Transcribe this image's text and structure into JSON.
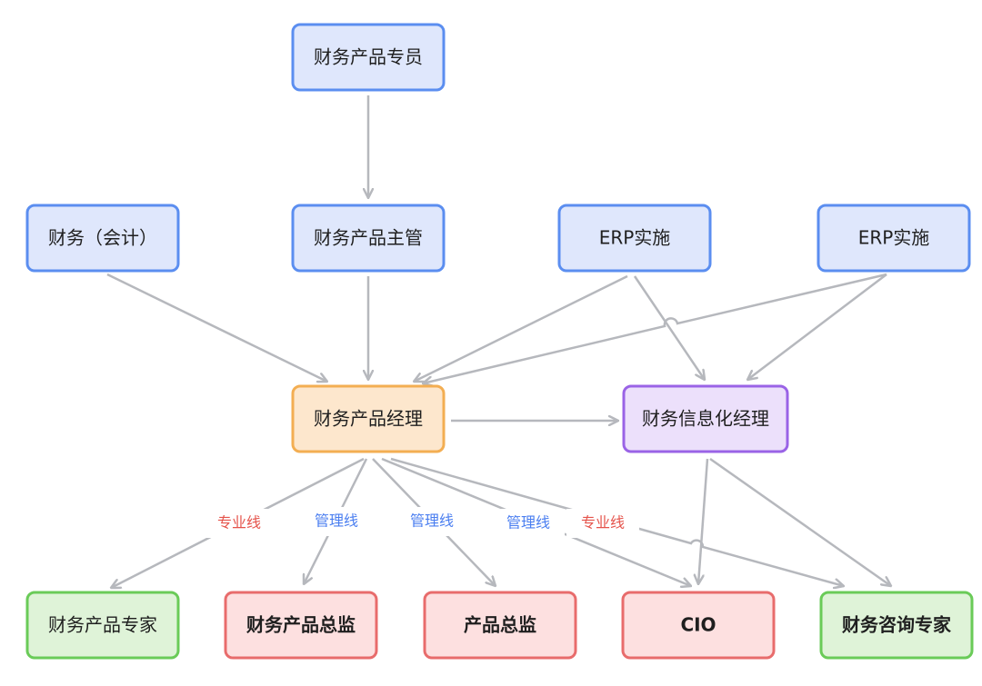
{
  "nodes": {
    "finance_product_specialist": "财务产品专员",
    "finance_accounting": "财务（会计）",
    "finance_product_supervisor": "财务产品主管",
    "erp_impl_1": "ERP实施",
    "erp_impl_2": "ERP实施",
    "finance_product_manager": "财务产品经理",
    "finance_informatization_manager": "财务信息化经理",
    "finance_product_expert": "财务产品专家",
    "finance_product_director": "财务产品总监",
    "product_director": "产品总监",
    "cio": "CIO",
    "finance_consulting_expert": "财务咨询专家"
  },
  "edge_labels": {
    "l1": "专业线",
    "l2": "管理线",
    "l3": "管理线",
    "l4": "管理线",
    "l5": "专业线"
  },
  "colors": {
    "blue_fill": "#dfe7fc",
    "blue_stroke": "#5b8ef0",
    "orange_fill": "#fde7cd",
    "orange_stroke": "#f3ae52",
    "purple_fill": "#ece0fb",
    "purple_stroke": "#9a63e6",
    "green_fill": "#dff3d8",
    "green_stroke": "#6acb58",
    "red_fill": "#fde0e0",
    "red_stroke": "#e86c6c",
    "edge": "#b6b8bd",
    "label_red": "#e5534b",
    "label_blue": "#4a7ef0"
  }
}
